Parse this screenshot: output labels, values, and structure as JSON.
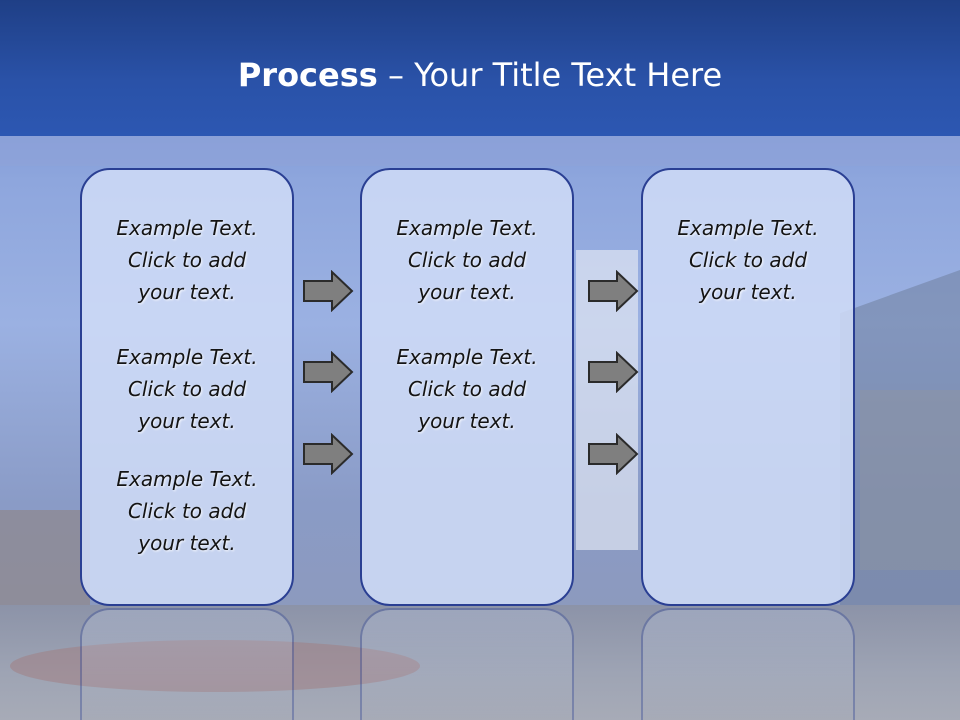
{
  "title": {
    "bold": "Process",
    "rest": " – Your Title Text Here"
  },
  "columns": [
    {
      "items": [
        [
          "Example Text.",
          "Click  to add",
          "your text."
        ],
        [
          "Example Text.",
          "Click  to add",
          "your text."
        ],
        [
          "Example Text.",
          "Click  to add",
          "your text."
        ]
      ]
    },
    {
      "items": [
        [
          "Example Text.",
          "Click  to add",
          "your text."
        ],
        [
          "Example Text.",
          "Click  to add",
          "your text."
        ]
      ]
    },
    {
      "items": [
        [
          "Example Text.",
          "Click  to add",
          "your text."
        ]
      ]
    }
  ],
  "icons": {
    "arrow": "right-arrow-icon"
  },
  "colors": {
    "header": "#2a52a8",
    "box_border": "#2a3f93",
    "arrow_fill": "#7f7f7f"
  }
}
